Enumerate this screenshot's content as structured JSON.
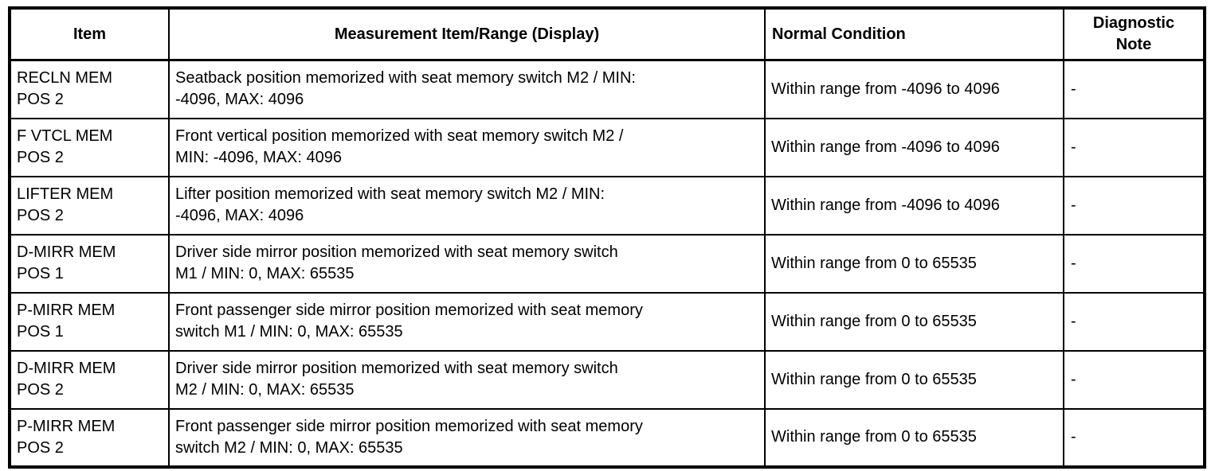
{
  "table": {
    "columns": [
      "Item",
      "Measurement Item/Range (Display)",
      "Normal Condition",
      "Diagnostic\nNote"
    ],
    "rows": [
      {
        "item": "RECLN MEM\nPOS 2",
        "measurement": "Seatback position memorized with seat memory switch M2 / MIN:\n-4096, MAX: 4096",
        "normal_condition": "Within range from -4096 to 4096",
        "diagnostic_note": "-"
      },
      {
        "item": "F VTCL MEM\nPOS 2",
        "measurement": "Front vertical position memorized with seat memory switch M2 /\nMIN: -4096, MAX: 4096",
        "normal_condition": "Within range from -4096 to 4096",
        "diagnostic_note": "-"
      },
      {
        "item": "LIFTER MEM\nPOS 2",
        "measurement": "Lifter position memorized with seat memory switch M2 / MIN:\n-4096, MAX: 4096",
        "normal_condition": "Within range from -4096 to 4096",
        "diagnostic_note": "-"
      },
      {
        "item": "D-MIRR MEM\nPOS 1",
        "measurement": "Driver side mirror position memorized with seat memory switch\nM1 / MIN: 0, MAX: 65535",
        "normal_condition": "Within range from 0 to 65535",
        "diagnostic_note": "-"
      },
      {
        "item": "P-MIRR MEM\nPOS 1",
        "measurement": "Front passenger side mirror position memorized with seat memory\nswitch M1 / MIN: 0, MAX: 65535",
        "normal_condition": "Within range from 0 to 65535",
        "diagnostic_note": "-"
      },
      {
        "item": "D-MIRR MEM\nPOS 2",
        "measurement": "Driver side mirror position memorized with seat memory switch\nM2 / MIN: 0, MAX: 65535",
        "normal_condition": "Within range from 0 to 65535",
        "diagnostic_note": "-"
      },
      {
        "item": "P-MIRR MEM\nPOS 2",
        "measurement": "Front passenger side mirror position memorized with seat memory\nswitch M2 / MIN: 0, MAX: 65535",
        "normal_condition": "Within range from 0 to 65535",
        "diagnostic_note": "-"
      }
    ]
  }
}
